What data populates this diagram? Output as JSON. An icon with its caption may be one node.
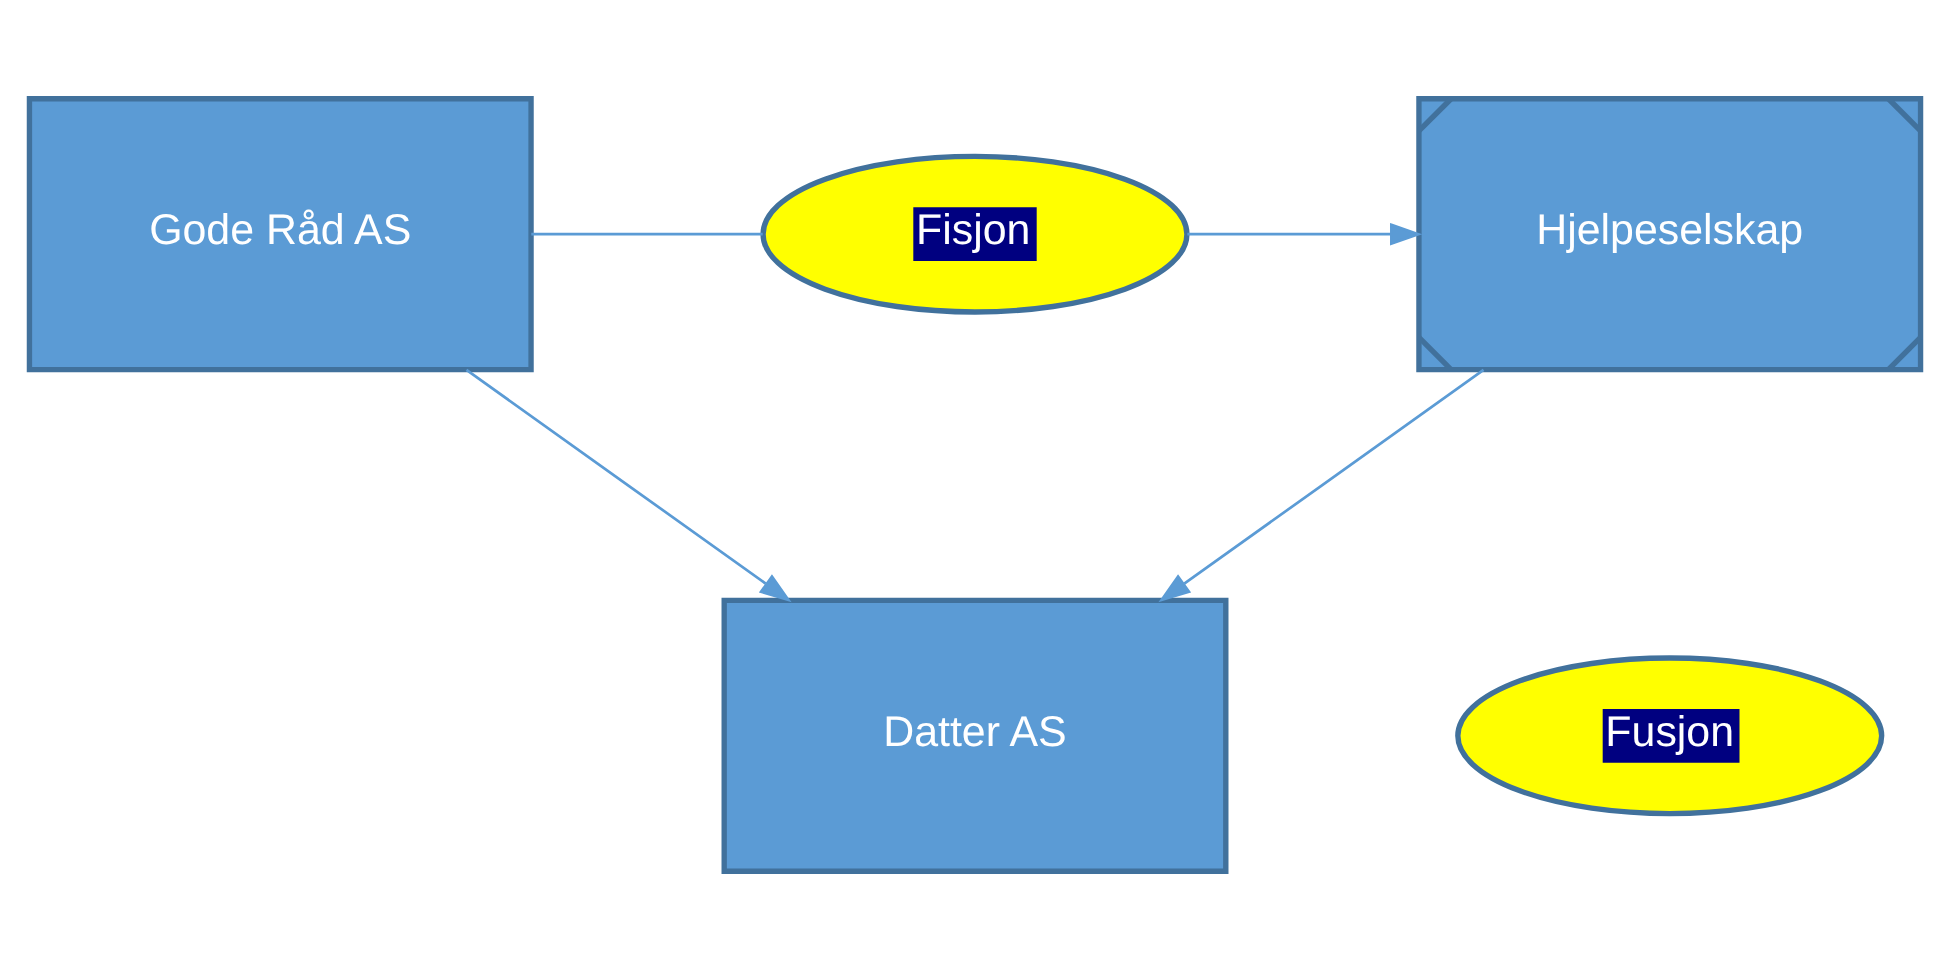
{
  "diagram": {
    "nodes": [
      {
        "text": [
          "Gode Råd AS"
        ]
      },
      {
        "text": [
          "Fisjon"
        ]
      },
      {
        "text": [
          "Hjelpeselskap"
        ]
      },
      {
        "text": [
          "Datter AS"
        ]
      },
      {
        "text": [
          "Fusjon"
        ]
      }
    ],
    "edges": [
      {
        "from": 0,
        "to": 1,
        "arrow": "none"
      },
      {
        "from": 1,
        "to": 2,
        "arrow": "to"
      },
      {
        "from": 0,
        "to": 3,
        "arrow": "to"
      },
      {
        "from": 2,
        "to": 3,
        "arrow": "to"
      }
    ]
  }
}
